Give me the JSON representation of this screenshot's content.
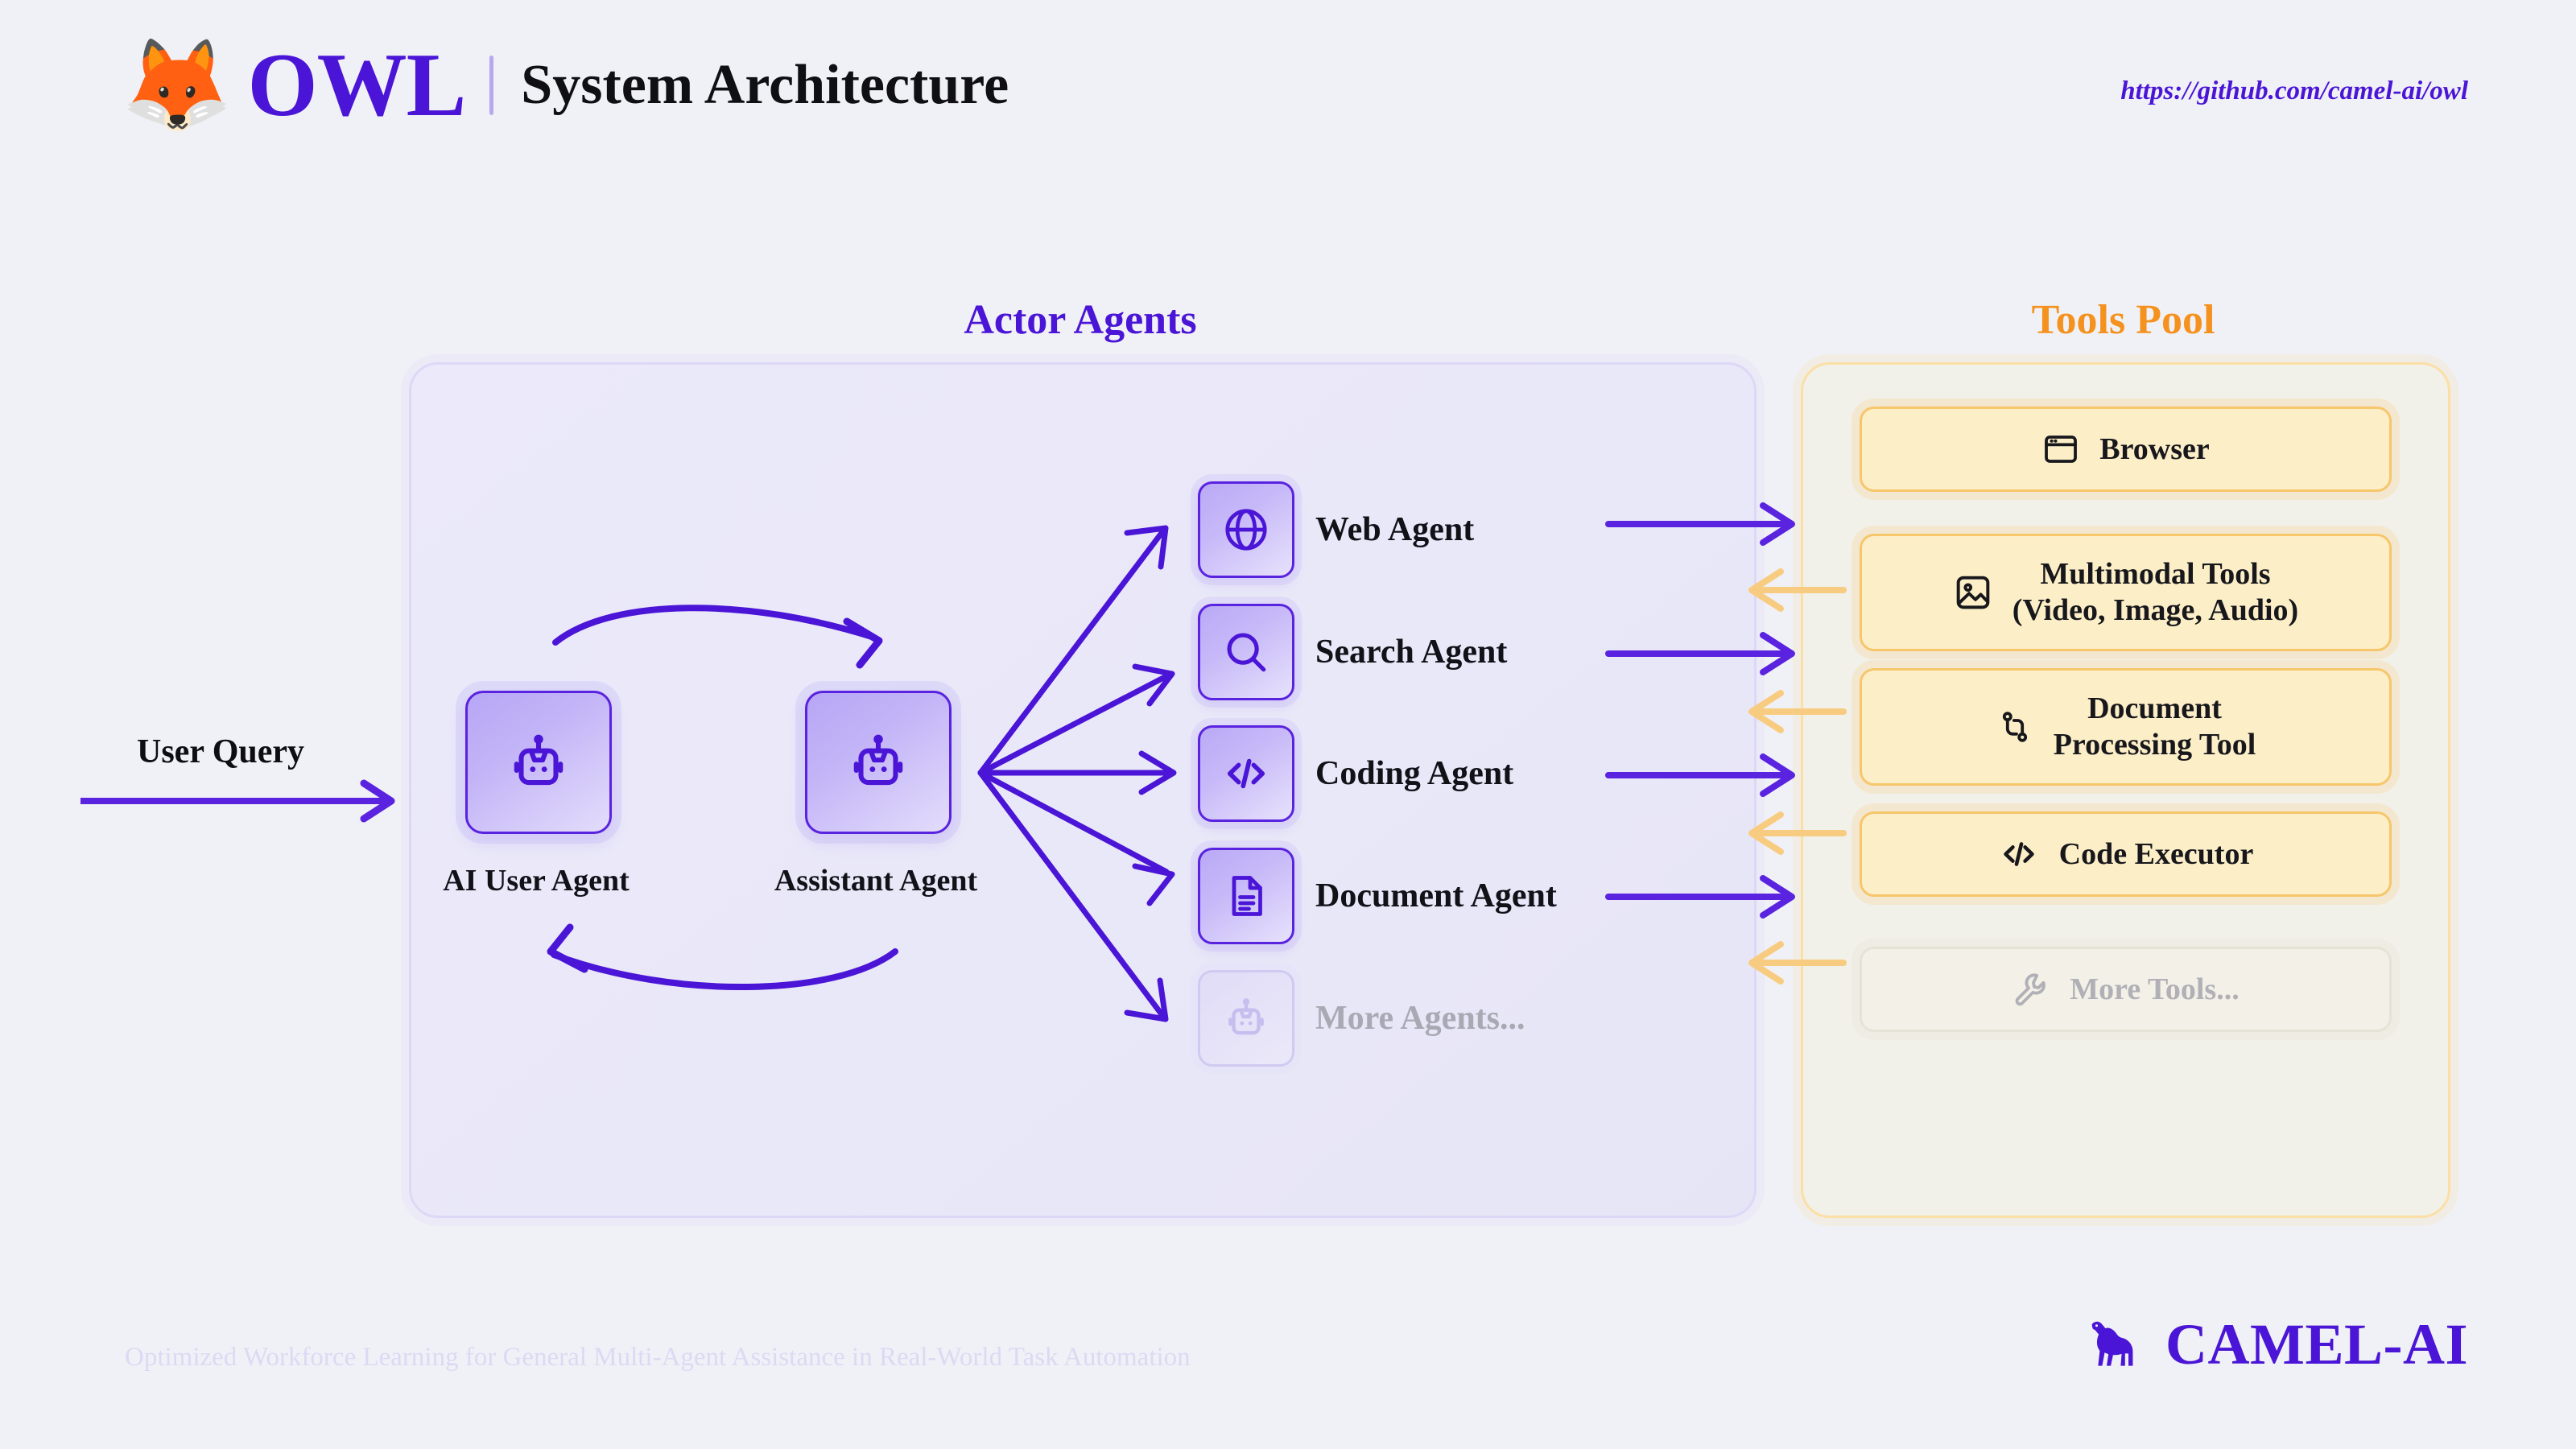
{
  "header": {
    "owl_icon": "owl-emoji",
    "brand": "OWL",
    "divider": "|",
    "subtitle": "System Architecture",
    "repo_url": "https://github.com/camel-ai/owl"
  },
  "sections": {
    "actor_agents_title": "Actor Agents",
    "tools_pool_title": "Tools Pool"
  },
  "flow": {
    "user_query_label": "User Query"
  },
  "core_agents": [
    {
      "name": "AI User Agent",
      "icon": "robot-icon"
    },
    {
      "name": "Assistant Agent",
      "icon": "robot-icon"
    }
  ],
  "actor_agents": [
    {
      "label": "Web Agent",
      "icon": "globe-icon",
      "muted": false
    },
    {
      "label": "Search Agent",
      "icon": "search-icon",
      "muted": false
    },
    {
      "label": "Coding Agent",
      "icon": "code-icon",
      "muted": false
    },
    {
      "label": "Document Agent",
      "icon": "document-icon",
      "muted": false
    },
    {
      "label": "More Agents...",
      "icon": "robot-icon",
      "muted": true
    }
  ],
  "tools": [
    {
      "label": "Browser",
      "icon": "browser-window-icon",
      "muted": false
    },
    {
      "label": "Multimodal Tools\n(Video, Image, Audio)",
      "icon": "image-icon",
      "muted": false
    },
    {
      "label": "Document\nProcessing Tool",
      "icon": "git-branch-icon",
      "muted": false
    },
    {
      "label": "Code Executor",
      "icon": "code-icon",
      "muted": false
    },
    {
      "label": "More Tools...",
      "icon": "wrench-icon",
      "muted": true
    }
  ],
  "footer": {
    "tagline": "Optimized Workforce Learning for General Multi-Agent Assistance in Real-World Task Automation",
    "brand": "CAMEL-AI",
    "brand_icon": "camel-icon"
  },
  "colors": {
    "brand_purple": "#4a15d6",
    "arrow_purple": "#5a23e0",
    "tools_orange": "#f5921f",
    "arrow_orange": "#f8cc80",
    "panel_actor_bg": "#e9e8f8",
    "panel_tools_bg": "#f1f0e9",
    "tool_item_bg": "#fcefc8",
    "page_bg": "#f0f1f6",
    "muted_text": "#b0b0b6"
  }
}
